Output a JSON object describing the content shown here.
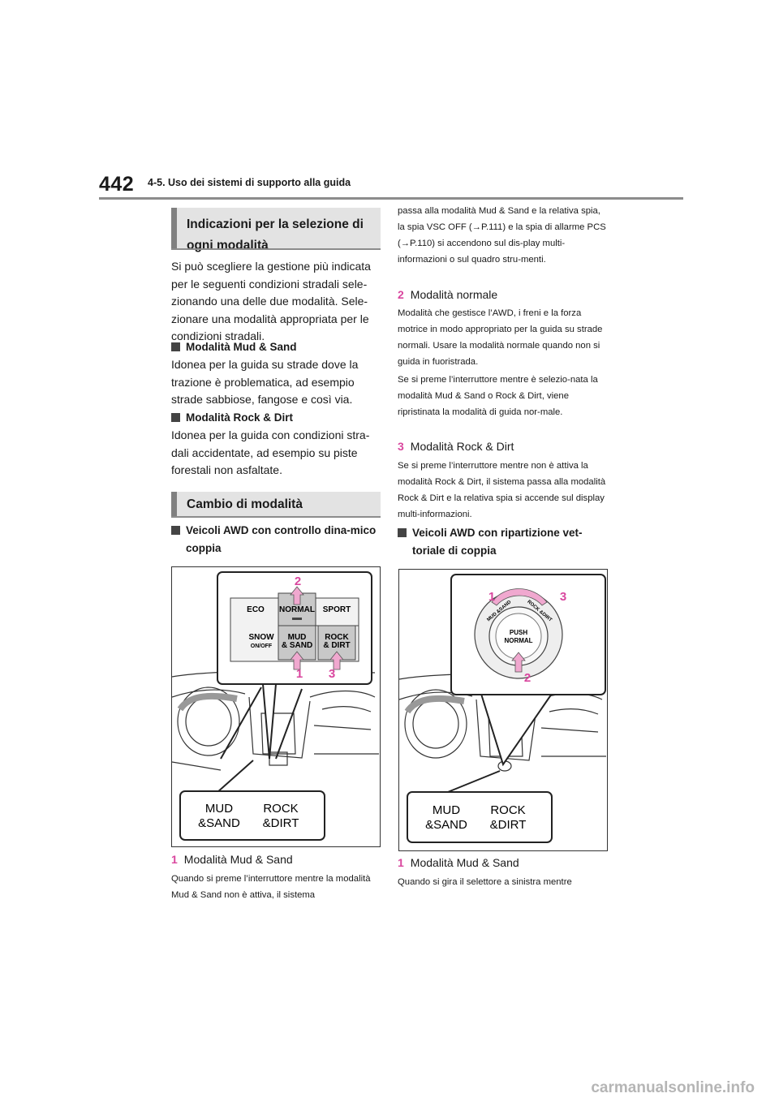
{
  "header": {
    "page_number": "442",
    "chapter_title": "4-5. Uso dei sistemi di supporto alla guida"
  },
  "left_column": {
    "section1_title": "Indicazioni per la selezione di ogni modalità",
    "intro": "Si può scegliere la gestione più indicata per le seguenti condizioni stradali sele-zionando una delle due modalità. Sele-zionare una modalità appropriata per le condizioni stradali.",
    "bullet1_title": "Modalità Mud & Sand",
    "bullet1_text": "Idonea per la guida su strade dove la trazione è problematica, ad esempio strade sabbiose, fangose e così via.",
    "bullet2_title": "Modalità Rock & Dirt",
    "bullet2_text": "Idonea per la guida con condizioni stra-dali accidentate, ad esempio su piste forestali non asfaltate.",
    "section2_title": "Cambio di modalità",
    "bullet3_title": "Veicoli AWD con controllo dina-mico coppia",
    "fig1": {
      "btn_eco": "ECO",
      "btn_normal": "NORMAL",
      "btn_sport": "SPORT",
      "btn_snow": "SNOW",
      "btn_snow_sub": "ON/OFF",
      "btn_mud_1": "MUD",
      "btn_mud_2": "& SAND",
      "btn_rock_1": "ROCK",
      "btn_rock_2": "& DIRT",
      "callout_1": "1",
      "callout_2": "2",
      "callout_3": "3",
      "display_mud_1": "MUD",
      "display_mud_2": "&SAND",
      "display_rock_1": "ROCK",
      "display_rock_2": "&DIRT"
    },
    "item1_num": "1",
    "item1_title": "Modalità Mud & Sand",
    "item1_text": "Quando si preme l’interruttore mentre la modalità Mud & Sand non è attiva, il sistema"
  },
  "right_column": {
    "cont_text": "passa alla modalità Mud & Sand e la relativa spia, la spia VSC OFF (→P.111) e la spia di allarme PCS (→P.110) si accendono sul dis-play multi-informazioni o sul quadro stru-menti.",
    "item2_num": "2",
    "item2_title": "Modalità normale",
    "item2_text_a": "Modalità che gestisce l’AWD, i freni e la forza motrice in modo appropriato per la guida su strade normali. Usare la modalità normale quando non si guida in fuoristrada.",
    "item2_text_b": "Se si preme l’interruttore mentre è selezio-nata la modalità Mud & Sand o Rock & Dirt, viene ripristinata la modalità di guida nor-male.",
    "item3_num": "3",
    "item3_title": "Modalità Rock & Dirt",
    "item3_text": "Se si preme l’interruttore mentre non è attiva la modalità Rock & Dirt, il sistema passa alla modalità Rock & Dirt e la relativa spia si accende sul display multi-informazioni.",
    "bullet4_title": "Veicoli AWD con ripartizione vet-toriale di coppia",
    "fig2": {
      "dial_push": "PUSH",
      "dial_normal": "NORMAL",
      "dial_mud": "MUD &SAND",
      "dial_rock": "ROCK &DIRT",
      "callout_1": "1",
      "callout_2": "2",
      "callout_3": "3",
      "display_mud_1": "MUD",
      "display_mud_2": "&SAND",
      "display_rock_1": "ROCK",
      "display_rock_2": "&DIRT"
    },
    "item4_num": "1",
    "item4_title": "Modalità Mud & Sand",
    "item4_text": "Quando si gira il selettore a sinistra mentre"
  },
  "watermark": "carmanualsonline.info",
  "colors": {
    "accent": "#d9469e",
    "section_bg": "#e3e3e3",
    "section_bar": "#808080"
  }
}
